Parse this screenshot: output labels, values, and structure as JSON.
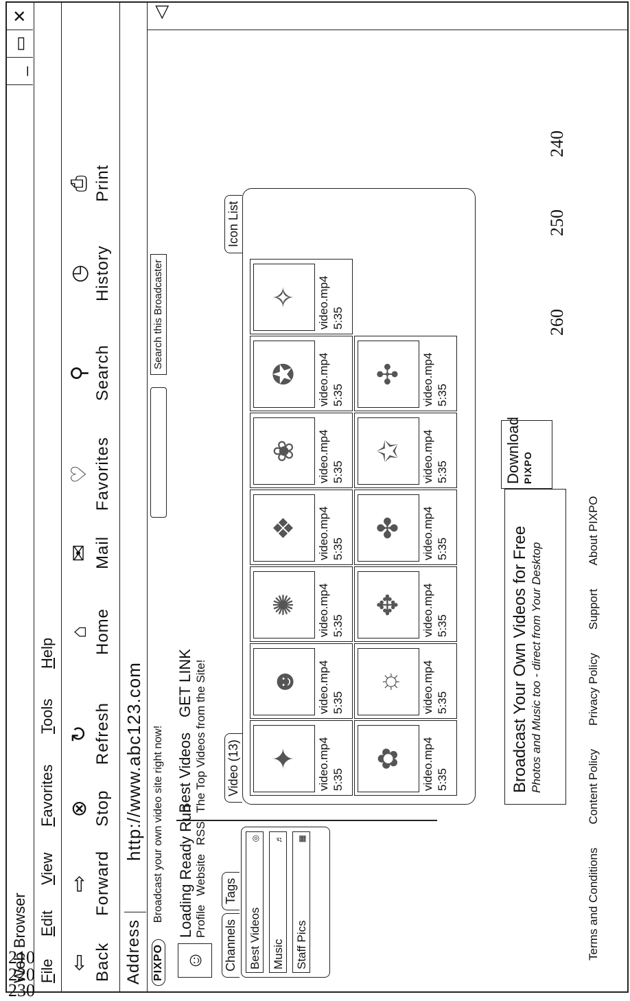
{
  "window": {
    "title": "Web Browser",
    "controls": [
      "_",
      "▭",
      "✕"
    ]
  },
  "menu": [
    "File",
    "Edit",
    "View",
    "Favorites",
    "Tools",
    "Help"
  ],
  "toolbar": [
    {
      "label": "Back",
      "icon": "⇦"
    },
    {
      "label": "Forward",
      "icon": "⇨"
    },
    {
      "label": "Stop",
      "icon": "⊗"
    },
    {
      "label": "Refresh",
      "icon": "↻"
    },
    {
      "label": "Home",
      "icon": "⌂"
    },
    {
      "label": "Mail",
      "icon": "✉"
    },
    {
      "label": "Favorites",
      "icon": "♡"
    },
    {
      "label": "Search",
      "icon": "⚲"
    },
    {
      "label": "History",
      "icon": "◷"
    },
    {
      "label": "Print",
      "icon": "⎙"
    }
  ],
  "address": {
    "label": "Address",
    "url": "http://www.abc123.com"
  },
  "site": {
    "logo": "PIXPO",
    "tagline": "Broadcast your own video site right now!",
    "search_button": "Search this Broadcaster"
  },
  "profile": {
    "name": "Loading Ready Run",
    "links": [
      "Profile",
      "Website",
      "RSS"
    ]
  },
  "best": {
    "title": "Best Videos",
    "link": "GET LINK",
    "subtitle": "The Top Videos from the Site!"
  },
  "sidebar": {
    "tabs": [
      "Channels",
      "Tags"
    ],
    "channels": [
      "Best Videos",
      "Music",
      "Staff Pics"
    ]
  },
  "grid": {
    "tab": "Video (13)",
    "alt_tab": "Icon List",
    "videos": [
      {
        "name": "video.mp4",
        "duration": "5:35"
      },
      {
        "name": "video.mp4",
        "duration": "5:35"
      },
      {
        "name": "video.mp4",
        "duration": "5:35"
      },
      {
        "name": "video.mp4",
        "duration": "5:35"
      },
      {
        "name": "video.mp4",
        "duration": "5:35"
      },
      {
        "name": "video.mp4",
        "duration": "5:35"
      },
      {
        "name": "video.mp4",
        "duration": "5:35"
      },
      {
        "name": "video.mp4",
        "duration": "5:35"
      },
      {
        "name": "video.mp4",
        "duration": "5:35"
      },
      {
        "name": "video.mp4",
        "duration": "5:35"
      },
      {
        "name": "video.mp4",
        "duration": "5:35"
      },
      {
        "name": "video.mp4",
        "duration": "5:35"
      },
      {
        "name": "video.mp4",
        "duration": "5:35"
      }
    ]
  },
  "promo": {
    "title": "Broadcast Your Own Videos for Free",
    "subtitle": "Photos and Music too - direct from Your Desktop",
    "download": "Download",
    "download_brand": "PIXPO"
  },
  "footer": [
    "Terms and Conditions",
    "Content Policy",
    "Privacy Policy",
    "Support",
    "About PIXPO"
  ],
  "refs": [
    "210",
    "220",
    "230",
    "240",
    "250",
    "260"
  ]
}
